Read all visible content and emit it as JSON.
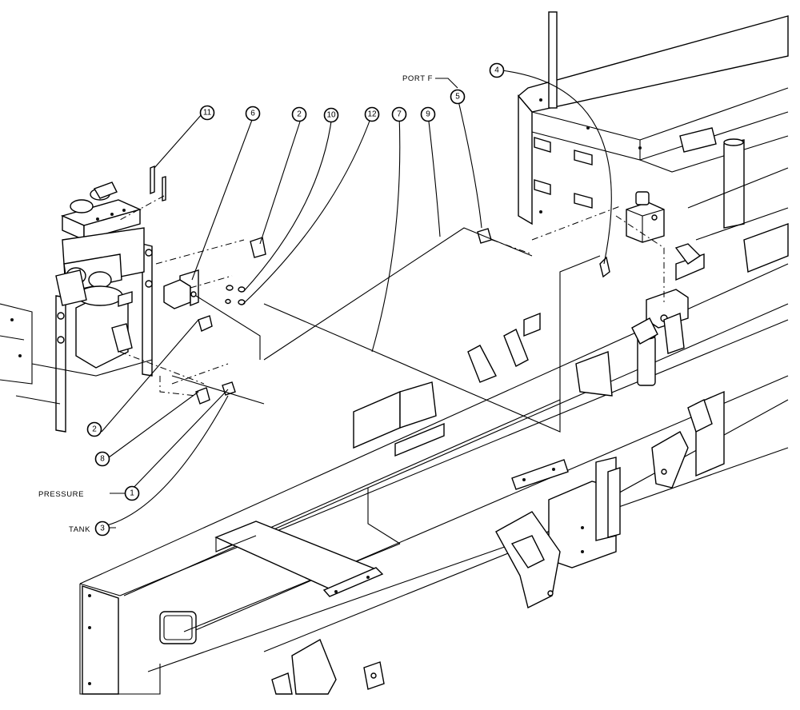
{
  "callouts": [
    {
      "num": "1"
    },
    {
      "num": "2"
    },
    {
      "num": "2"
    },
    {
      "num": "3"
    },
    {
      "num": "4"
    },
    {
      "num": "5"
    },
    {
      "num": "6"
    },
    {
      "num": "7"
    },
    {
      "num": "8"
    },
    {
      "num": "9"
    },
    {
      "num": "10"
    },
    {
      "num": "11"
    },
    {
      "num": "12"
    }
  ],
  "labels": {
    "port_f": "PORT F",
    "pressure": "PRESSURE",
    "tank": "TANK"
  }
}
